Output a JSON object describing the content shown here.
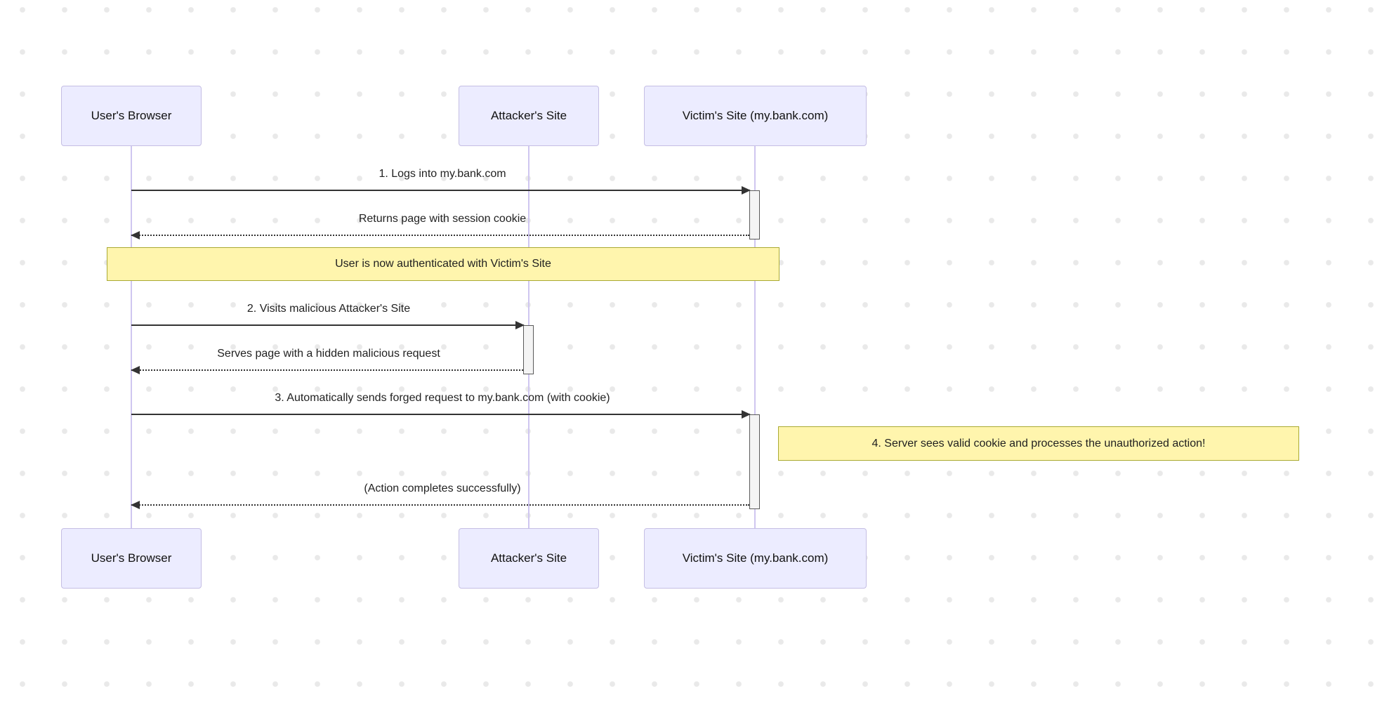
{
  "diagram": {
    "type": "sequence-diagram",
    "actors": [
      {
        "id": "browser",
        "label": "User's Browser"
      },
      {
        "id": "attacker",
        "label": "Attacker's Site"
      },
      {
        "id": "victim",
        "label": "Victim's Site (my.bank.com)"
      }
    ],
    "messages": [
      {
        "label": "1. Logs into my.bank.com",
        "style": "solid",
        "from": "browser",
        "to": "victim"
      },
      {
        "label": "Returns page with session cookie",
        "style": "dashed",
        "from": "victim",
        "to": "browser"
      },
      {
        "label": "2. Visits malicious Attacker's Site",
        "style": "solid",
        "from": "browser",
        "to": "attacker"
      },
      {
        "label": "Serves page with a hidden malicious request",
        "style": "dashed",
        "from": "attacker",
        "to": "browser"
      },
      {
        "label": "3. Automatically sends forged request to my.bank.com (with cookie)",
        "style": "solid",
        "from": "browser",
        "to": "victim"
      },
      {
        "label": "(Action completes successfully)",
        "style": "dashed",
        "from": "victim",
        "to": "browser"
      }
    ],
    "notes": [
      {
        "text": "User is now authenticated with Victim's Site",
        "position": "over browser and victim"
      },
      {
        "text": "4. Server sees valid cookie and processes the unauthorized action!",
        "position": "right of victim"
      }
    ],
    "colors": {
      "actor_fill": "#ECECFF",
      "actor_border": "#C5BEE4",
      "lifeline": "#CFC6F0",
      "note_fill": "#FFF5AD",
      "note_border": "#AAAA33",
      "arrow": "#333333",
      "activation_fill": "#F4F4F4",
      "activation_border": "#5A5A5A",
      "background_dot": "#E9E9E9"
    }
  }
}
